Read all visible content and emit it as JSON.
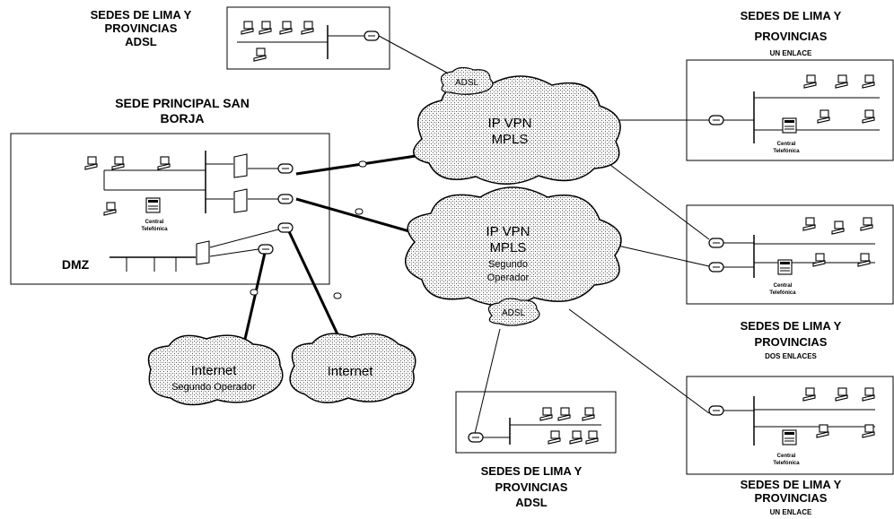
{
  "labels": {
    "adsl_top_site": [
      "SEDES DE LIMA Y",
      "PROVINCIAS",
      "ADSL"
    ],
    "main_site": [
      "SEDE PRINCIPAL SAN",
      "BORJA"
    ],
    "dmz": "DMZ",
    "central_main": [
      "Central",
      "Telefónica"
    ],
    "right_top_site": [
      "SEDES DE LIMA Y",
      "PROVINCIAS"
    ],
    "right_top_sub": "UN ENLACE",
    "central_right_top": [
      "Central",
      "Telefónica"
    ],
    "central_right_mid": [
      "Central",
      "Telefónica"
    ],
    "right_mid_site": [
      "SEDES DE LIMA Y",
      "PROVINCIAS"
    ],
    "right_mid_sub": "DOS ENLACES",
    "central_right_bot": [
      "Central",
      "Telefónica"
    ],
    "right_bot_site": [
      "SEDES DE LIMA Y",
      "PROVINCIAS"
    ],
    "right_bot_sub": "UN ENLACE",
    "adsl_bottom_site": [
      "SEDES DE LIMA Y",
      "PROVINCIAS",
      "ADSL"
    ]
  },
  "clouds": {
    "mpls1": [
      "IP VPN",
      "MPLS"
    ],
    "mpls2": [
      "IP VPN",
      "MPLS",
      "Segundo",
      "Operador"
    ],
    "adsl_top": "ADSL",
    "adsl_bottom": "ADSL",
    "internet1": [
      "Internet",
      "Segundo Operador"
    ],
    "internet2": "Internet"
  }
}
